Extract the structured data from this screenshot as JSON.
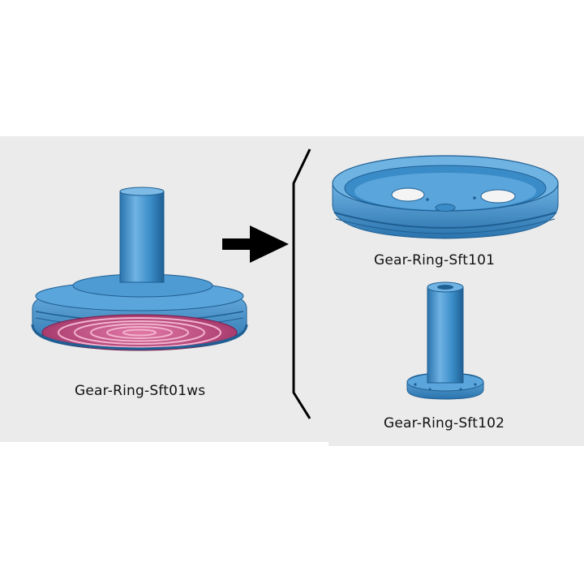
{
  "parts": {
    "assembly_label": "Gear-Ring-Sft01ws",
    "part1_label": "Gear-Ring-Sft101",
    "part2_label": "Gear-Ring-Sft102"
  },
  "colors": {
    "background": "#ffffff",
    "panel": "#ebebeb",
    "part_blue": "#3a8cc8",
    "part_blue_light": "#6fb3e3",
    "part_blue_dark": "#1f5f93",
    "spring_pink": "#c4467f",
    "arrow": "#000000"
  },
  "icons": [
    "right-arrow-icon",
    "bracket-icon"
  ]
}
